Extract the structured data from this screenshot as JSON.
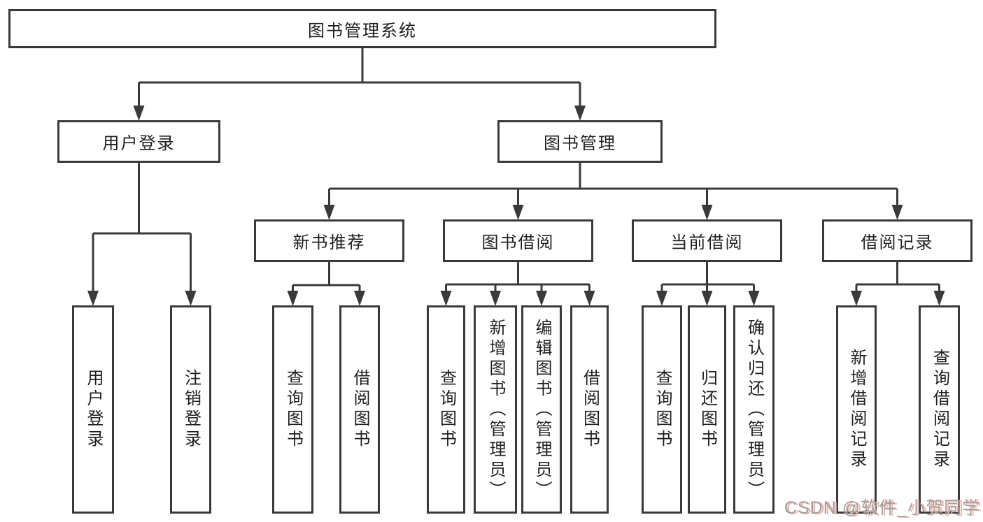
{
  "diagram": {
    "title": "图书管理系统",
    "tree": {
      "id": "root",
      "label": "图书管理系统",
      "children": [
        {
          "id": "user-login",
          "label": "用户登录",
          "children": [
            {
              "id": "leaf-user-login",
              "label": "用户登录"
            },
            {
              "id": "leaf-logout",
              "label": "注销登录"
            }
          ]
        },
        {
          "id": "book-mgmt",
          "label": "图书管理",
          "children": [
            {
              "id": "new-book-rec",
              "label": "新书推荐",
              "children": [
                {
                  "id": "leaf-nb-query",
                  "label": "查询图书"
                },
                {
                  "id": "leaf-nb-borrow",
                  "label": "借阅图书"
                }
              ]
            },
            {
              "id": "book-borrow",
              "label": "图书借阅",
              "children": [
                {
                  "id": "leaf-bb-query",
                  "label": "查询图书"
                },
                {
                  "id": "leaf-bb-add",
                  "label": "新增图书（管理员）"
                },
                {
                  "id": "leaf-bb-edit",
                  "label": "编辑图书（管理员）"
                },
                {
                  "id": "leaf-bb-borrow",
                  "label": "借阅图书"
                }
              ]
            },
            {
              "id": "current-borrow",
              "label": "当前借阅",
              "children": [
                {
                  "id": "leaf-cb-query",
                  "label": "查询图书"
                },
                {
                  "id": "leaf-cb-return",
                  "label": "归还图书"
                },
                {
                  "id": "leaf-cb-confirm",
                  "label": "确认归还（管理员）"
                }
              ]
            },
            {
              "id": "borrow-records",
              "label": "借阅记录",
              "children": [
                {
                  "id": "leaf-br-add",
                  "label": "新增借阅记录"
                },
                {
                  "id": "leaf-br-query",
                  "label": "查询借阅记录"
                }
              ]
            }
          ]
        }
      ]
    },
    "colors": {
      "line": "#3a3a3a",
      "box_border": "#3a3a3a",
      "text": "#1f1f1f",
      "background": "#ffffff",
      "watermark_gray": "#9f9f9f",
      "watermark_red_shadow": "#f2b3a9"
    }
  },
  "watermark": {
    "text": "CSDN @软件_小贺同学"
  }
}
